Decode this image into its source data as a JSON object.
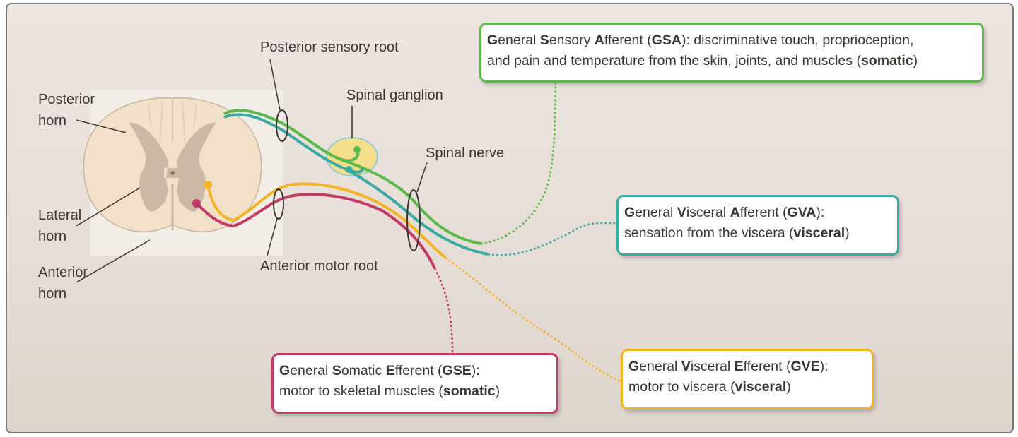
{
  "colors": {
    "gsa": "#5bb84a",
    "gva": "#3aa9a3",
    "gse": "#c03b65",
    "gve": "#f2b526",
    "ganglion_fill": "#f4dd8b",
    "ganglion_ring": "#8fd0d4",
    "cord_white": "#f2e0c8",
    "cord_gray": "#cbb9a6"
  },
  "labels": {
    "posterior_horn": [
      "Posterior",
      "horn"
    ],
    "lateral_horn": [
      "Lateral",
      "horn"
    ],
    "anterior_horn": [
      "Anterior",
      "horn"
    ],
    "posterior_sensory_root": "Posterior sensory root",
    "spinal_ganglion": "Spinal ganglion",
    "spinal_nerve": "Spinal nerve",
    "anterior_motor_root": "Anterior motor root"
  },
  "boxes": {
    "gsa": {
      "line1": [
        {
          "t": "G",
          "b": true
        },
        {
          "t": "eneral ",
          "b": false
        },
        {
          "t": "S",
          "b": true
        },
        {
          "t": "ensory ",
          "b": false
        },
        {
          "t": "A",
          "b": true
        },
        {
          "t": "fferent (",
          "b": false
        },
        {
          "t": "GSA",
          "b": true
        },
        {
          "t": "): discriminative touch, proprioception,",
          "b": false
        }
      ],
      "line2": [
        {
          "t": "and pain and temperature from the skin, joints, and muscles (",
          "b": false
        },
        {
          "t": "somatic",
          "b": true
        },
        {
          "t": ")",
          "b": false
        }
      ]
    },
    "gva": {
      "line1": [
        {
          "t": "G",
          "b": true
        },
        {
          "t": "eneral ",
          "b": false
        },
        {
          "t": "V",
          "b": true
        },
        {
          "t": "isceral ",
          "b": false
        },
        {
          "t": "A",
          "b": true
        },
        {
          "t": "fferent (",
          "b": false
        },
        {
          "t": "GVA",
          "b": true
        },
        {
          "t": "):",
          "b": false
        }
      ],
      "line2": [
        {
          "t": "sensation from the viscera (",
          "b": false
        },
        {
          "t": "visceral",
          "b": true
        },
        {
          "t": ")",
          "b": false
        }
      ]
    },
    "gse": {
      "line1": [
        {
          "t": "G",
          "b": true
        },
        {
          "t": "eneral ",
          "b": false
        },
        {
          "t": "S",
          "b": true
        },
        {
          "t": "omatic ",
          "b": false
        },
        {
          "t": "E",
          "b": true
        },
        {
          "t": "fferent (",
          "b": false
        },
        {
          "t": "GSE",
          "b": true
        },
        {
          "t": "):",
          "b": false
        }
      ],
      "line2": [
        {
          "t": "motor to skeletal muscles (",
          "b": false
        },
        {
          "t": "somatic",
          "b": true
        },
        {
          "t": ")",
          "b": false
        }
      ]
    },
    "gve": {
      "line1": [
        {
          "t": "G",
          "b": true
        },
        {
          "t": "eneral ",
          "b": false
        },
        {
          "t": "V",
          "b": true
        },
        {
          "t": "isceral ",
          "b": false
        },
        {
          "t": "E",
          "b": true
        },
        {
          "t": "fferent (",
          "b": false
        },
        {
          "t": "GVE",
          "b": true
        },
        {
          "t": "):",
          "b": false
        }
      ],
      "line2": [
        {
          "t": "motor to viscera (",
          "b": false
        },
        {
          "t": "visceral",
          "b": true
        },
        {
          "t": ")",
          "b": false
        }
      ]
    }
  }
}
